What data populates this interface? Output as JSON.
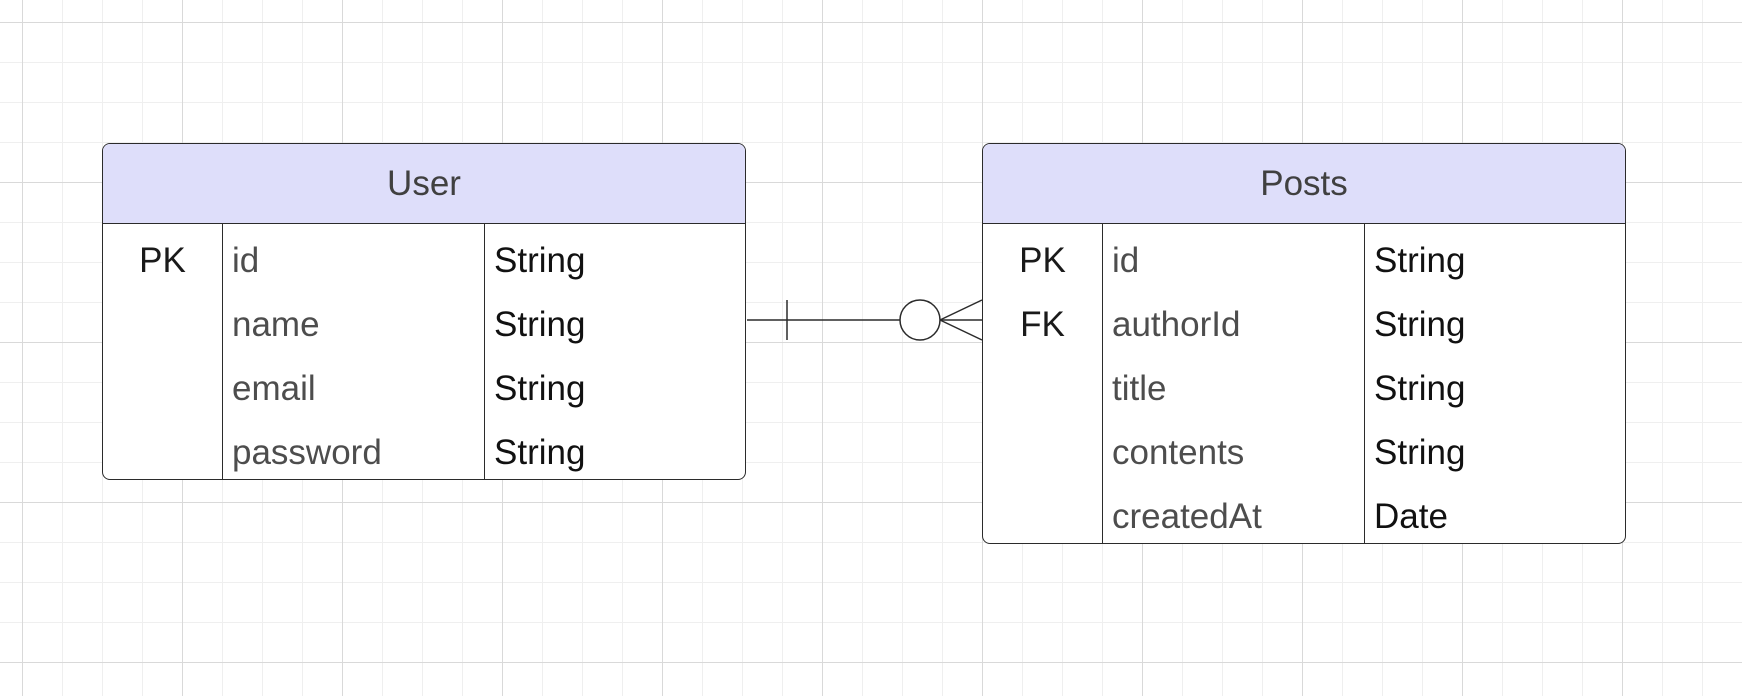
{
  "entities": {
    "user": {
      "title": "User",
      "rows": [
        {
          "key": "PK",
          "name": "id",
          "type": "String"
        },
        {
          "key": "",
          "name": "name",
          "type": "String"
        },
        {
          "key": "",
          "name": "email",
          "type": "String"
        },
        {
          "key": "",
          "name": "password",
          "type": "String"
        }
      ]
    },
    "posts": {
      "title": "Posts",
      "rows": [
        {
          "key": "PK",
          "name": "id",
          "type": "String"
        },
        {
          "key": "FK",
          "name": "authorId",
          "type": "String"
        },
        {
          "key": "",
          "name": "title",
          "type": "String"
        },
        {
          "key": "",
          "name": "contents",
          "type": "String"
        },
        {
          "key": "",
          "name": "createdAt",
          "type": "Date"
        }
      ]
    }
  },
  "relationship": {
    "from": "user",
    "to": "posts",
    "from_cardinality": "exactly-one",
    "to_cardinality": "zero-or-many"
  },
  "colors": {
    "header_fill": "#dedefa",
    "stroke": "#2b2b2b"
  }
}
